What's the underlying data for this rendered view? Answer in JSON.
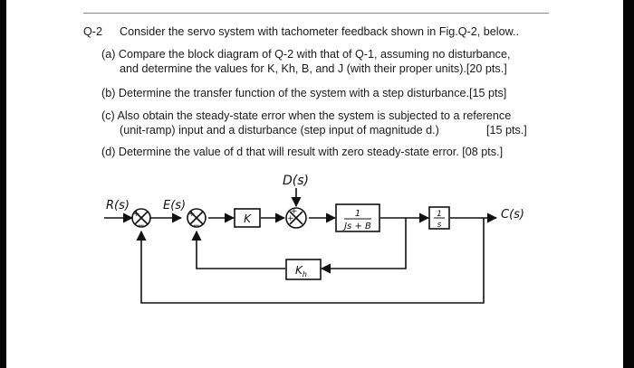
{
  "question": {
    "number": "Q-2",
    "intro": "Consider the servo system with tachometer feedback shown in Fig.Q-2, below..",
    "parts": [
      {
        "line1": "(a) Compare the block diagram of Q-2 with that of Q-1, assuming no disturbance,",
        "line2": "and determine the values for K, Kh, B, and J (with their proper units).[20 pts.]"
      },
      {
        "line1": "(b) Determine the transfer function of the system with a step disturbance.[15 pts]"
      },
      {
        "line1": "(c) Also obtain the steady-state error when the system is subjected to a reference",
        "line2": "(unit-ramp) input and a disturbance (step input of magnitude d.)",
        "points2": "[15 pts.]"
      },
      {
        "line1": "(d) Determine the value of d that will result with zero steady-state error.  [08 pts.]"
      }
    ]
  },
  "diagram": {
    "disturbance_label": "D(s)",
    "input_label": "R(s)",
    "error_label": "E(s)",
    "output_label": "C(s)",
    "gain_block": "K",
    "plant_num": "1",
    "plant_den": "Js + B",
    "integrator_num": "1",
    "integrator_den": "s",
    "feedback_block_main": "K",
    "feedback_block_sub": "h",
    "sign_plus": "+",
    "sign_minus": "−"
  }
}
